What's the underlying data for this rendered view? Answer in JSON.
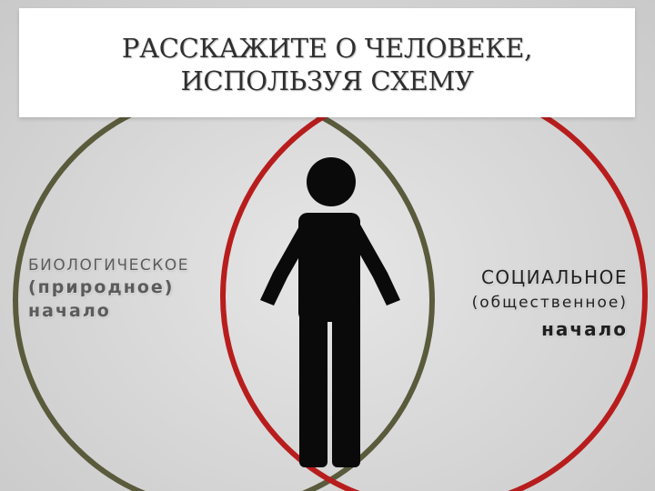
{
  "title": {
    "line1": "РАССКАЖИТЕ О ЧЕЛОВЕКЕ,",
    "line2": "ИСПОЛЬЗУЯ СХЕМУ"
  },
  "circles": [
    {
      "name": "biological",
      "color": "#5a5a3c"
    },
    {
      "name": "social",
      "color": "#b81d1d"
    }
  ],
  "center_icon": "person-icon",
  "biological": {
    "heading": "БИОЛОГИЧЕСКОЕ",
    "sub": "(природное)",
    "end": "начало"
  },
  "social": {
    "heading": "СОЦИАЛЬНОЕ",
    "sub": "(общественное)",
    "end": "начало"
  },
  "colors": {
    "background": "#d6d6d6",
    "title_text": "#2f2f2f",
    "person": "#0a0a0a"
  }
}
